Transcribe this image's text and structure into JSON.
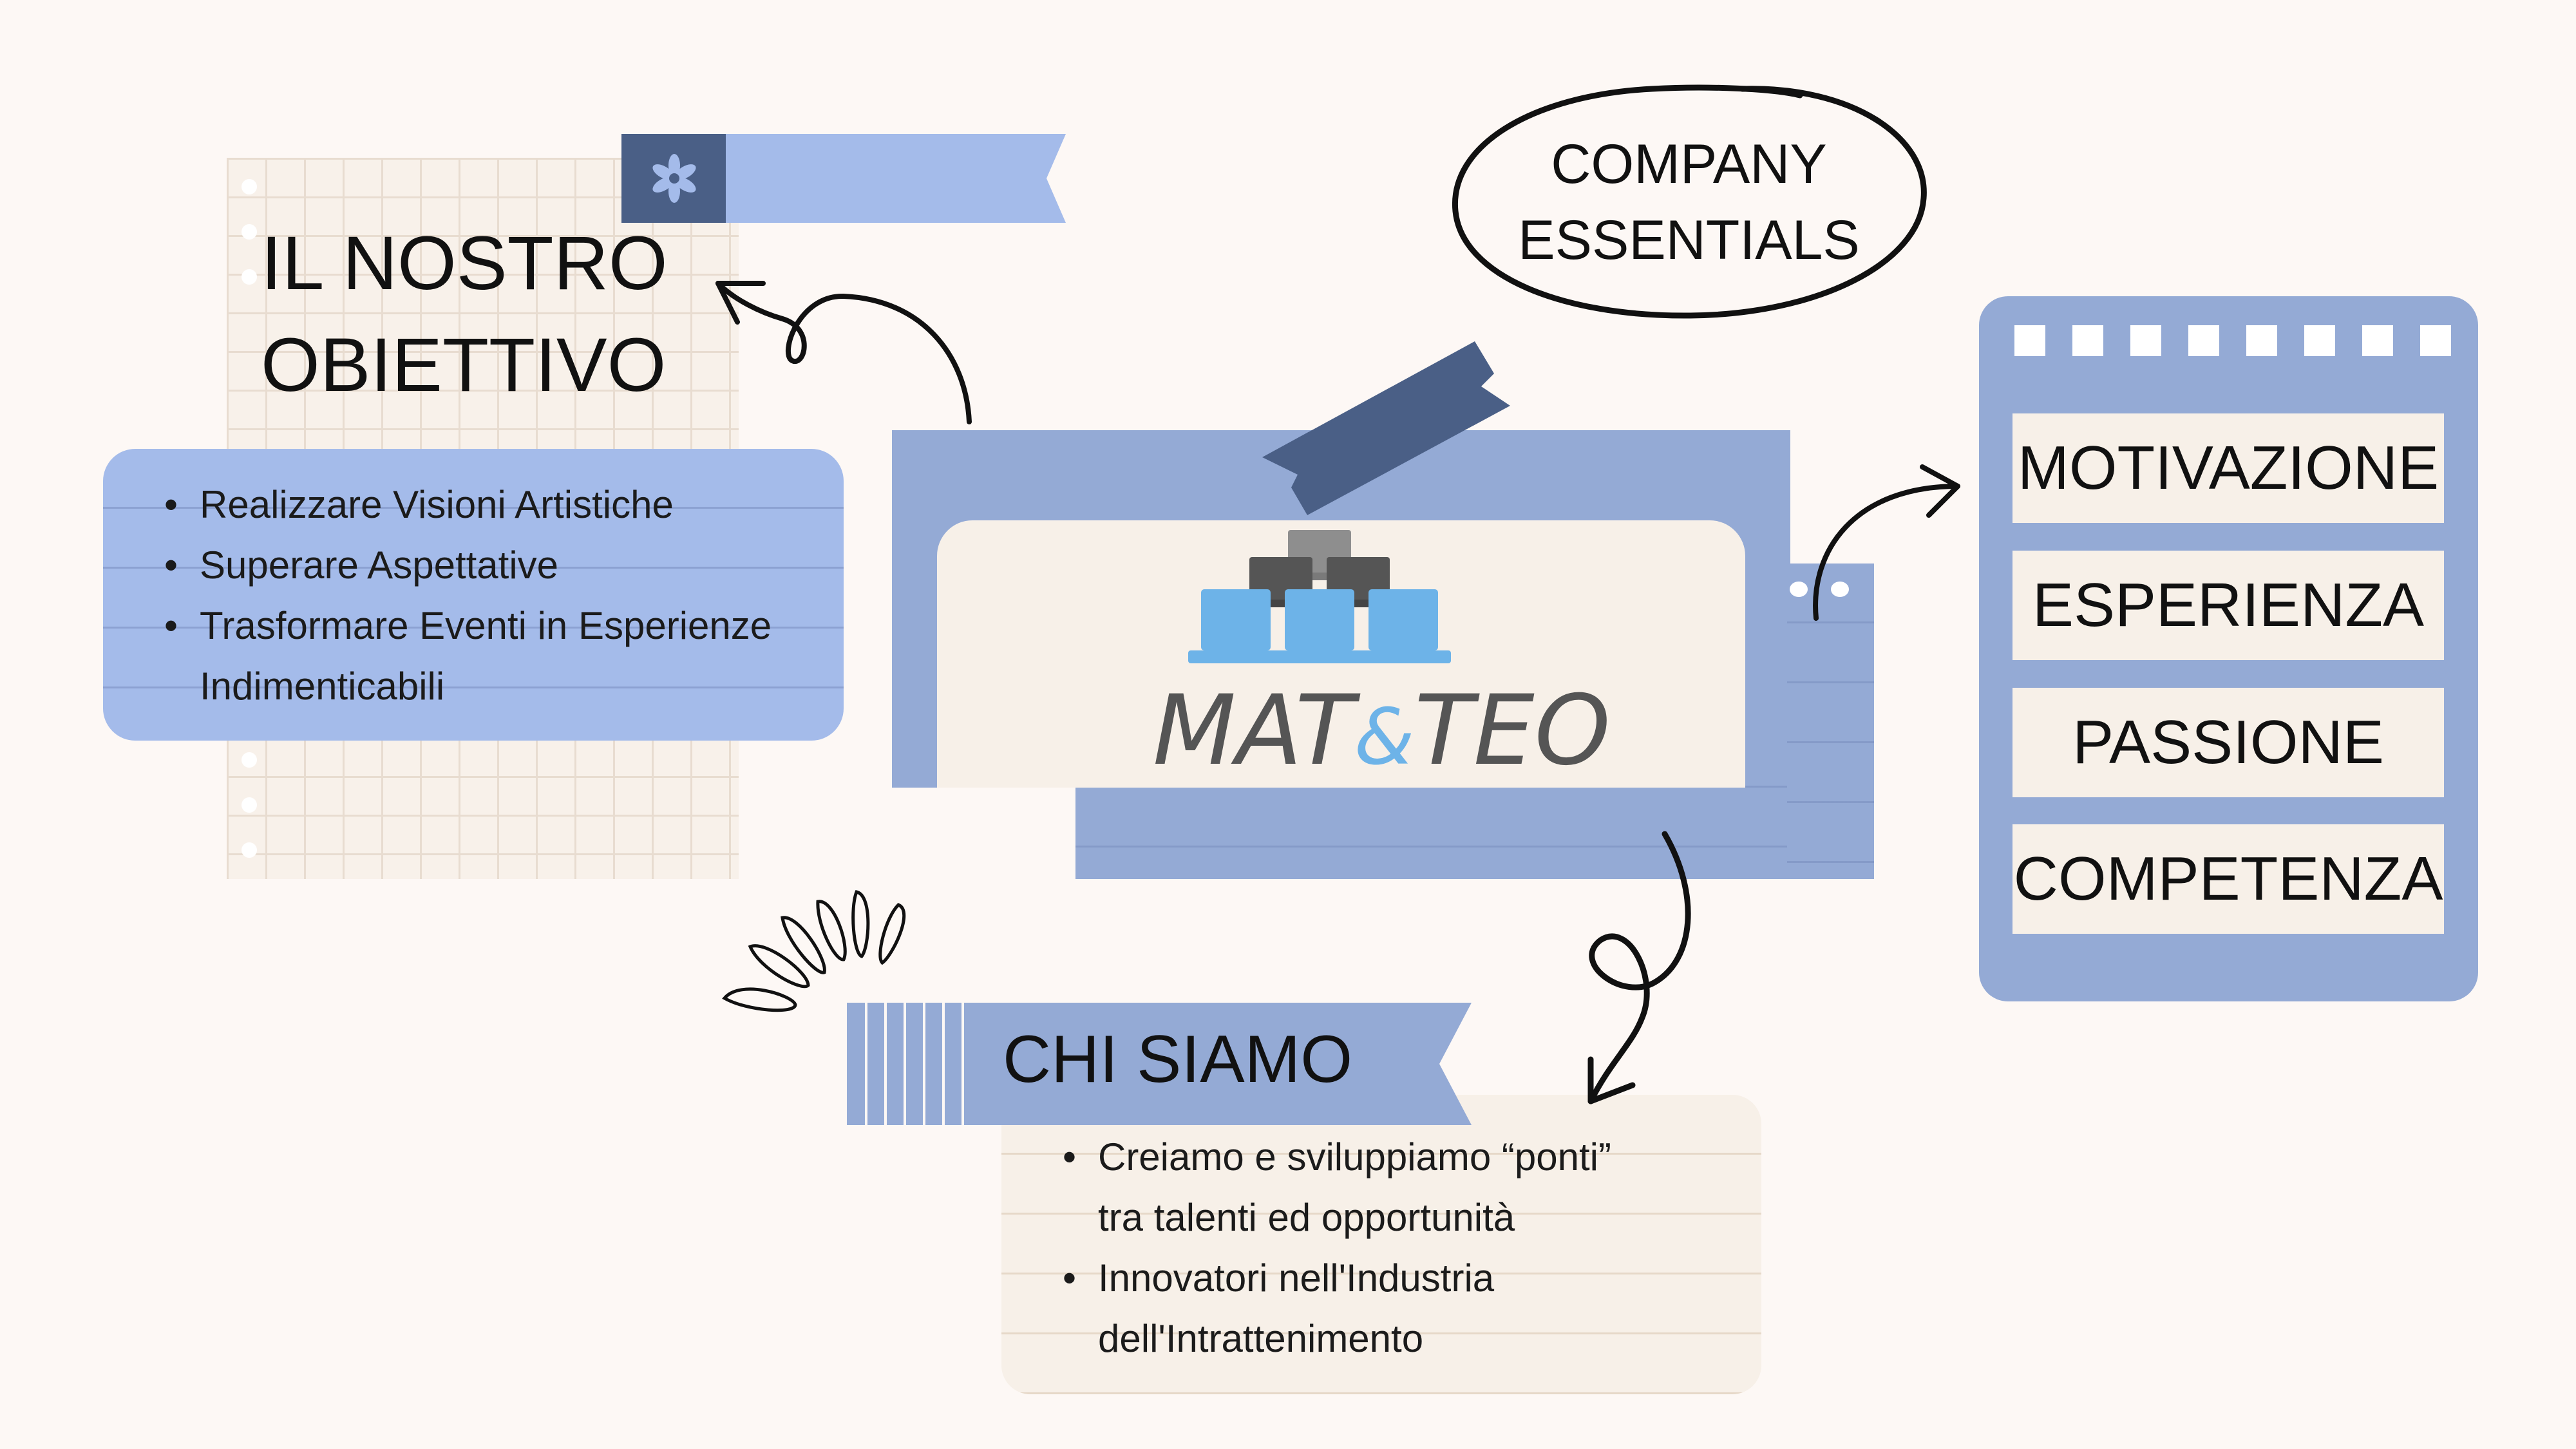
{
  "colors": {
    "background": "#fdf8f5",
    "blue_light": "#a4bbea",
    "blue_mid": "#94aad5",
    "navy": "#4a5f86",
    "beige": "#f7f0e8"
  },
  "badge": {
    "line1": "COMPANY",
    "line2": "ESSENTIALS"
  },
  "objective": {
    "title_line1": "IL NOSTRO",
    "title_line2": "OBIETTIVO",
    "bullets": [
      "Realizzare Visioni Artistiche",
      "Superare Aspettative",
      "Trasformare Eventi in Esperienze Indimenticabili"
    ]
  },
  "logo": {
    "part1": "MAT",
    "amp": "&",
    "part2": "TEO"
  },
  "values": [
    "MOTIVAZIONE",
    "ESPERIENZA",
    "PASSIONE",
    "COMPETENZA"
  ],
  "about": {
    "title": "CHI SIAMO",
    "bullets": [
      "Creiamo e sviluppiamo “ponti” tra talenti ed opportunità",
      "Innovatori nell'Industria dell'Intrattenimento"
    ]
  }
}
